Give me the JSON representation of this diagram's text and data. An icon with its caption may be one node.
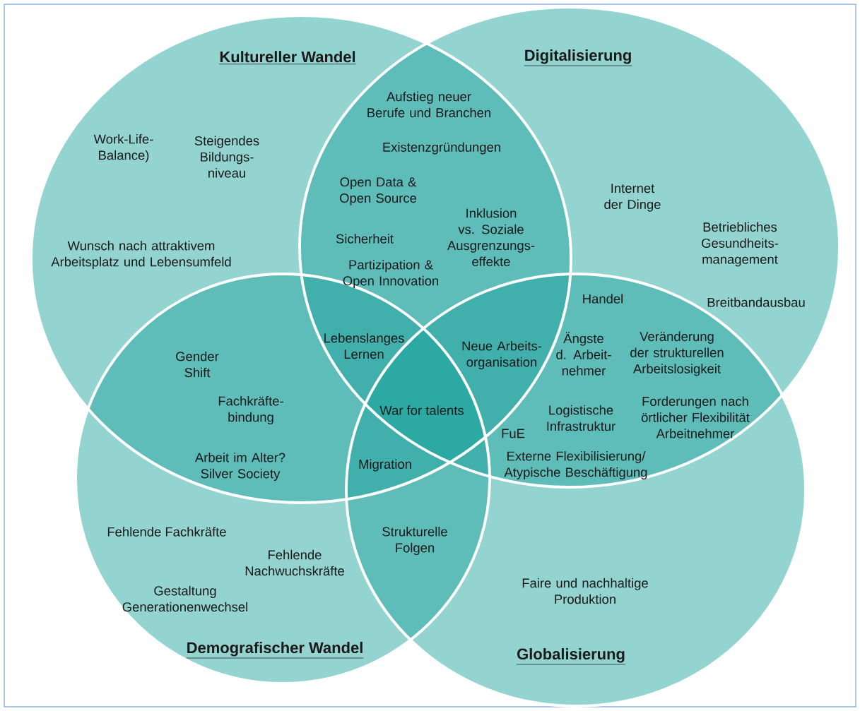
{
  "diagram": {
    "nodes": [
      {
        "text": [
          "Kultureller Wandel"
        ]
      },
      {
        "text": [
          "Digitalisierung"
        ]
      },
      {
        "text": [
          "Demografischer Wandel"
        ]
      },
      {
        "text": [
          "Globalisierung"
        ]
      }
    ],
    "labels": [
      "Aufstieg neuer Berufe und Branchen",
      "Work-Life- Balance)",
      "Steigendes Bildungs- niveau",
      "Existenzgründungen",
      "Open Data & Open Source",
      "Internet der Dinge",
      "Inklusion vs. Soziale Ausgrenzungs- effekte",
      "Sicherheit",
      "Betriebliches Gesundheits- management",
      "Wunsch nach attraktivem Arbeitsplatz und Lebensumfeld",
      "Partizipation & Open Innovation",
      "Handel",
      "Breitbandausbau",
      "Lebenslanges Lernen",
      "Gender Shift",
      "Neue Arbeits- organisation",
      "Ängste d. Arbeit- nehmer",
      "Veränderung der strukturellen Arbeitslosigkeit",
      "Fachkräfte- bindung",
      "War for talents",
      "Logistische Infrastruktur",
      "Forderungen nach örtlicher Flexibilität Arbeitnehmer",
      "FuE",
      "Migration",
      "Externe Flexibilisierung/ Atypische Beschäftigung",
      "Arbeit im Alter? Silver Society",
      "Fehlende Fachkräfte",
      "Strukturelle Folgen",
      "Fehlende Nachwuchskräfte",
      "Faire und nachhaltige Produktion",
      "Gestaltung Generationenwechsel"
    ]
  }
}
